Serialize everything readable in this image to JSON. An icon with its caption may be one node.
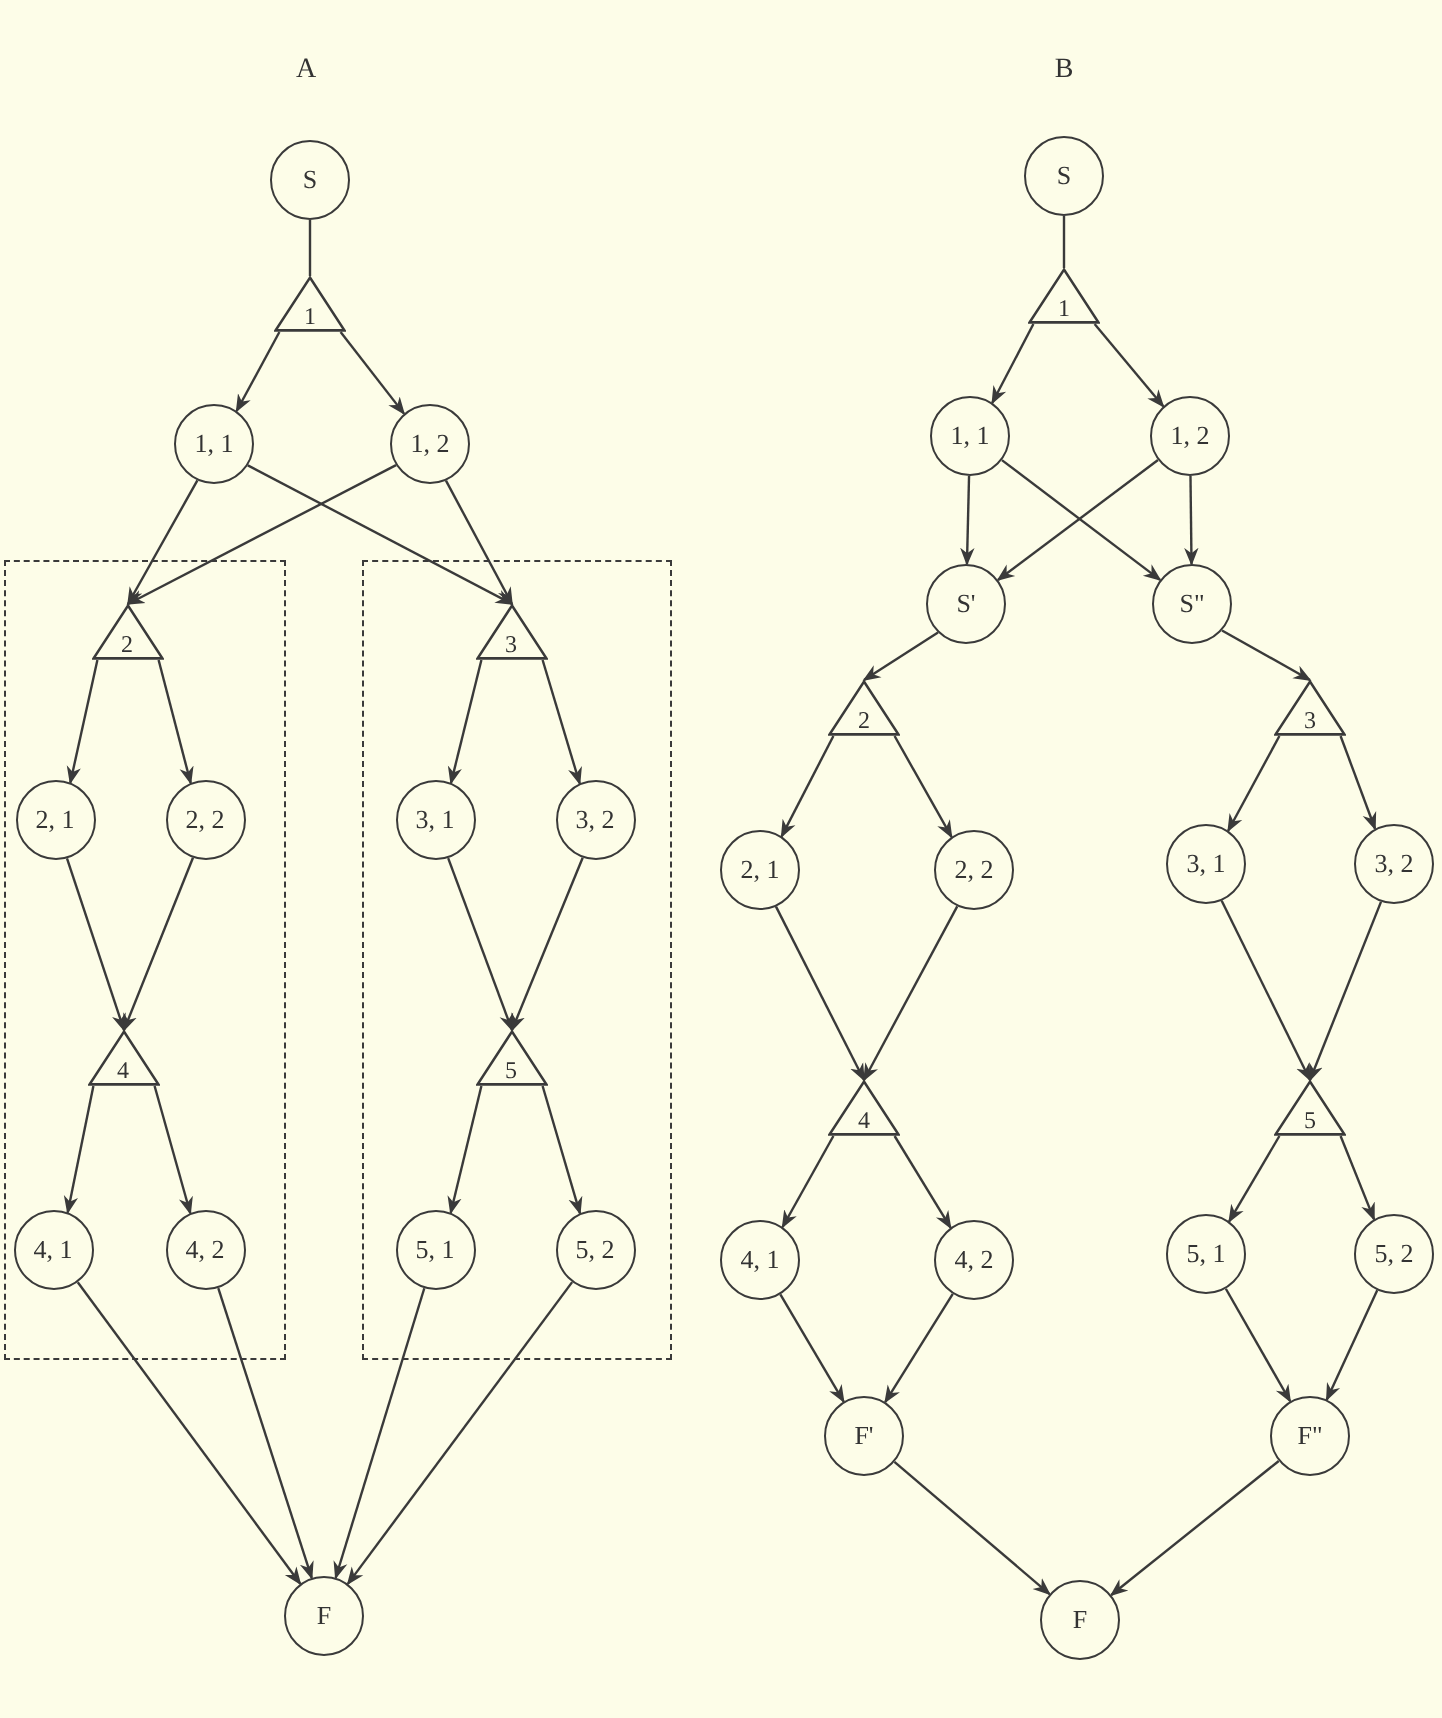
{
  "diagram": {
    "nodes": [
      {
        "text": [
          "S"
        ]
      },
      {
        "text": [
          "1"
        ]
      },
      {
        "text": [
          "1, 1"
        ]
      },
      {
        "text": [
          "1, 2"
        ]
      },
      {
        "text": [],
        "shape": "box"
      },
      {
        "text": [
          "2"
        ],
        "in": 4
      },
      {
        "text": [
          "2, 1"
        ],
        "in": 4
      },
      {
        "text": [
          "2, 2"
        ],
        "in": 4
      },
      {
        "text": [
          "4"
        ],
        "in": 4
      },
      {
        "text": [
          "4, 1"
        ],
        "in": 4
      },
      {
        "text": [
          "4, 2"
        ],
        "in": 4
      },
      {
        "text": [],
        "shape": "box"
      },
      {
        "text": [
          "3"
        ],
        "in": 11
      },
      {
        "text": [
          "3, 1"
        ],
        "in": 11
      },
      {
        "text": [
          "3, 2"
        ],
        "in": 11
      },
      {
        "text": [
          "5"
        ],
        "in": 11
      },
      {
        "text": [
          "5, 1"
        ],
        "in": 11
      },
      {
        "text": [
          "5, 2"
        ],
        "in": 11
      },
      {
        "text": [
          "F"
        ]
      },
      {
        "text": [
          "S"
        ]
      },
      {
        "text": [
          "1"
        ]
      },
      {
        "text": [
          "1, 1"
        ]
      },
      {
        "text": [
          "1, 2"
        ]
      },
      {
        "text": [
          "S'"
        ]
      },
      {
        "text": [
          "S\""
        ]
      },
      {
        "text": [
          "2"
        ]
      },
      {
        "text": [
          "2, 1"
        ]
      },
      {
        "text": [
          "2, 2"
        ]
      },
      {
        "text": [
          "4"
        ]
      },
      {
        "text": [
          "4, 1"
        ]
      },
      {
        "text": [
          "4, 2"
        ]
      },
      {
        "text": [
          "F'"
        ]
      },
      {
        "text": [
          "3"
        ]
      },
      {
        "text": [
          "3, 1"
        ]
      },
      {
        "text": [
          "3, 2"
        ]
      },
      {
        "text": [
          "5"
        ]
      },
      {
        "text": [
          "5, 1"
        ]
      },
      {
        "text": [
          "5, 2"
        ]
      },
      {
        "text": [
          "F\""
        ]
      },
      {
        "text": [
          "F"
        ]
      }
    ],
    "edges": [
      {
        "from": 0,
        "to": 1,
        "arrow": "none"
      },
      {
        "from": 1,
        "to": 2,
        "arrow": "to"
      },
      {
        "from": 1,
        "to": 3,
        "arrow": "to"
      },
      {
        "from": 2,
        "to": 5,
        "arrow": "to"
      },
      {
        "from": 3,
        "to": 5,
        "arrow": "to"
      },
      {
        "from": 2,
        "to": 12,
        "arrow": "to"
      },
      {
        "from": 3,
        "to": 12,
        "arrow": "to"
      },
      {
        "from": 5,
        "to": 6,
        "arrow": "to"
      },
      {
        "from": 5,
        "to": 7,
        "arrow": "to"
      },
      {
        "from": 6,
        "to": 8,
        "arrow": "to"
      },
      {
        "from": 7,
        "to": 8,
        "arrow": "to"
      },
      {
        "from": 8,
        "to": 9,
        "arrow": "to"
      },
      {
        "from": 8,
        "to": 10,
        "arrow": "to"
      },
      {
        "from": 12,
        "to": 13,
        "arrow": "to"
      },
      {
        "from": 12,
        "to": 14,
        "arrow": "to"
      },
      {
        "from": 13,
        "to": 15,
        "arrow": "to"
      },
      {
        "from": 14,
        "to": 15,
        "arrow": "to"
      },
      {
        "from": 15,
        "to": 16,
        "arrow": "to"
      },
      {
        "from": 15,
        "to": 17,
        "arrow": "to"
      },
      {
        "from": 9,
        "to": 18,
        "arrow": "to"
      },
      {
        "from": 10,
        "to": 18,
        "arrow": "to"
      },
      {
        "from": 16,
        "to": 18,
        "arrow": "to"
      },
      {
        "from": 17,
        "to": 18,
        "arrow": "to"
      },
      {
        "from": 19,
        "to": 20,
        "arrow": "none"
      },
      {
        "from": 20,
        "to": 21,
        "arrow": "to"
      },
      {
        "from": 20,
        "to": 22,
        "arrow": "to"
      },
      {
        "from": 21,
        "to": 23,
        "arrow": "to"
      },
      {
        "from": 22,
        "to": 23,
        "arrow": "to"
      },
      {
        "from": 21,
        "to": 24,
        "arrow": "to"
      },
      {
        "from": 22,
        "to": 24,
        "arrow": "to"
      },
      {
        "from": 23,
        "to": 25,
        "arrow": "to"
      },
      {
        "from": 24,
        "to": 32,
        "arrow": "to"
      },
      {
        "from": 25,
        "to": 26,
        "arrow": "to"
      },
      {
        "from": 25,
        "to": 27,
        "arrow": "to"
      },
      {
        "from": 26,
        "to": 28,
        "arrow": "to"
      },
      {
        "from": 27,
        "to": 28,
        "arrow": "to"
      },
      {
        "from": 28,
        "to": 29,
        "arrow": "to"
      },
      {
        "from": 28,
        "to": 30,
        "arrow": "to"
      },
      {
        "from": 29,
        "to": 31,
        "arrow": "to"
      },
      {
        "from": 30,
        "to": 31,
        "arrow": "to"
      },
      {
        "from": 32,
        "to": 33,
        "arrow": "to"
      },
      {
        "from": 32,
        "to": 34,
        "arrow": "to"
      },
      {
        "from": 33,
        "to": 35,
        "arrow": "to"
      },
      {
        "from": 34,
        "to": 35,
        "arrow": "to"
      },
      {
        "from": 35,
        "to": 36,
        "arrow": "to"
      },
      {
        "from": 35,
        "to": 37,
        "arrow": "to"
      },
      {
        "from": 36,
        "to": 38,
        "arrow": "to"
      },
      {
        "from": 37,
        "to": 38,
        "arrow": "to"
      },
      {
        "from": 31,
        "to": 39,
        "arrow": "to"
      },
      {
        "from": 38,
        "to": 39,
        "arrow": "to"
      }
    ],
    "labels": [
      "A",
      "B"
    ]
  }
}
